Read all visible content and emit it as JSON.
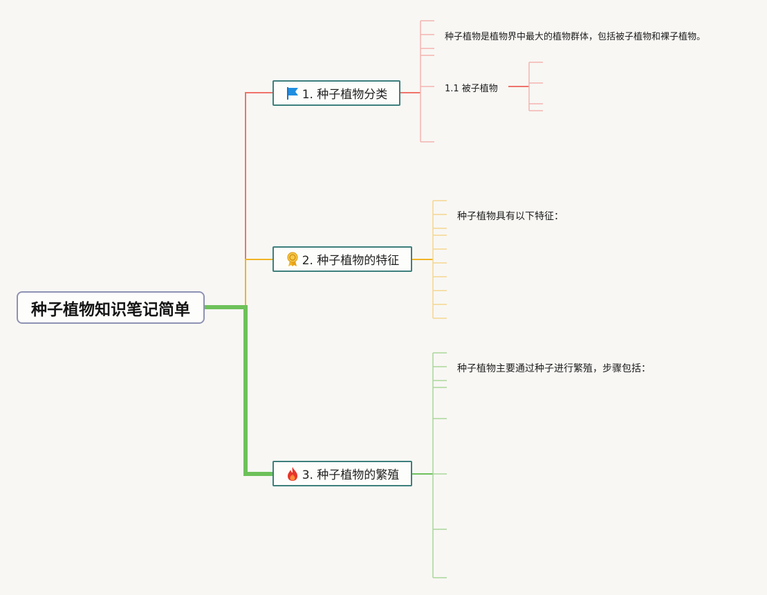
{
  "root": {
    "title": "种子植物知识笔记简单"
  },
  "topics": [
    {
      "label": "1. 种子植物分类",
      "icon": "flag-icon",
      "color": "#f0726a"
    },
    {
      "label": "2. 种子植物的特征",
      "icon": "award-ribbon-icon",
      "color": "#f2b424"
    },
    {
      "label": "3. 种子植物的繁殖",
      "icon": "fire-icon",
      "color": "#6ec15a"
    }
  ],
  "details": {
    "classification_summary": "种子植物是植物界中最大的植物群体，包括被子植物和裸子植物。",
    "angiosperm": "1.1 被子植物",
    "features_intro": "种子植物具有以下特征：",
    "reproduction_intro": "种子植物主要通过种子进行繁殖，步骤包括："
  },
  "colors": {
    "background": "#f8f7f4",
    "root_border": "#8e92b3",
    "topic_border": "#3d7f7c",
    "branch_red": "#f0726a",
    "branch_light_red": "#f4b4ae",
    "branch_yellow": "#f2b424",
    "branch_light_yellow": "#f5d68f",
    "branch_green": "#6ec15a",
    "branch_light_green": "#a9d79a"
  }
}
